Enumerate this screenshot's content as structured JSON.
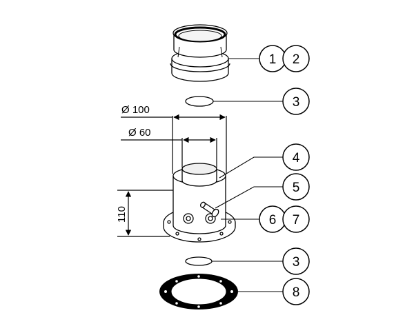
{
  "diagram": {
    "dimensions": {
      "outer_diameter": "Ø 100",
      "inner_diameter": "Ø 60",
      "height": "110"
    },
    "callouts": [
      "1",
      "2",
      "3",
      "4",
      "5",
      "6",
      "7",
      "3",
      "8"
    ]
  }
}
